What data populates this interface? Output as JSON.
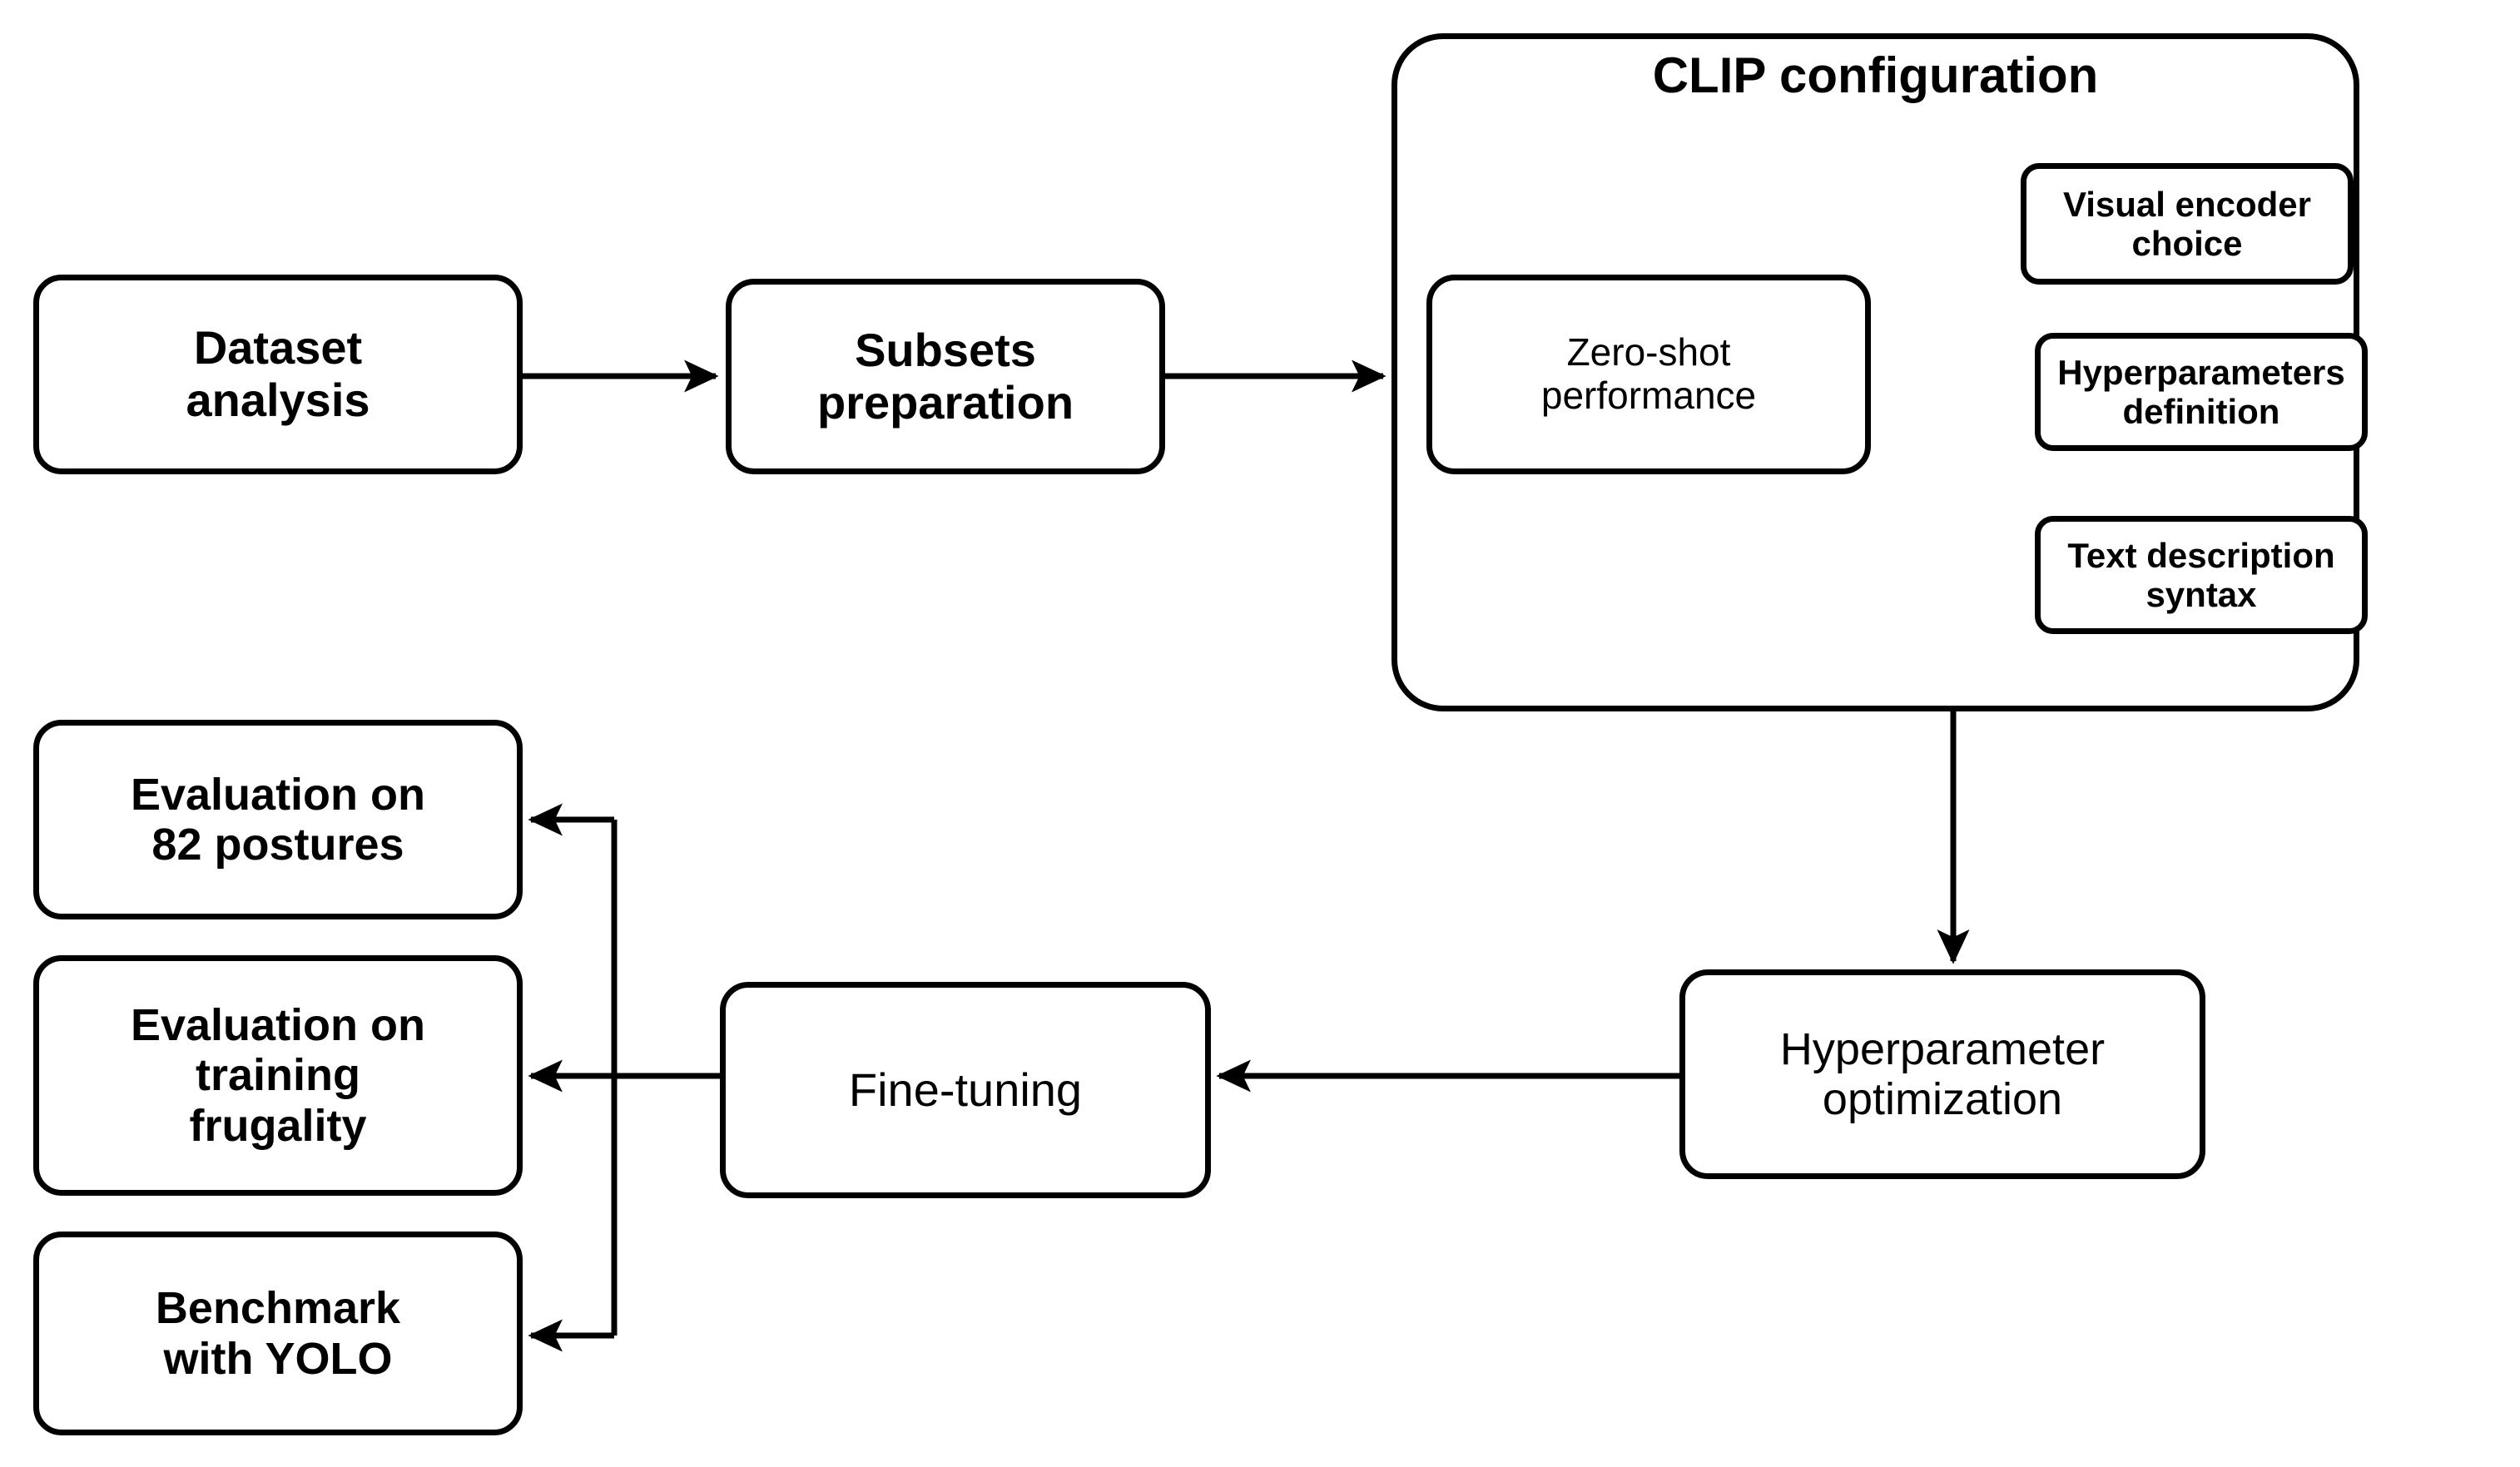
{
  "diagram": {
    "title": "CLIP methodology pipeline flowchart",
    "background_color": "#ffffff",
    "stroke_color": "#000000"
  },
  "groups": [
    {
      "id": "clip-configuration",
      "title": "CLIP configuration"
    }
  ],
  "nodes": {
    "dataset_analysis": "Dataset\nanalysis",
    "subsets_preparation": "Subsets\npreparation",
    "zero_shot_performance": "Zero-shot\nperformance",
    "visual_encoder_choice": "Visual encoder\nchoice",
    "hyperparameters_definition": "Hyperparameters\ndefinition",
    "text_description_syntax": "Text description\nsyntax",
    "hyperparameter_optimization": "Hyperparameter\noptimization",
    "fine_tuning": "Fine-tuning",
    "evaluation_postures": "Evaluation on\n82 postures",
    "evaluation_training_frugality": "Evaluation on\ntraining\nfrugality",
    "benchmark_yolo": "Benchmark\nwith YOLO"
  },
  "edges": [
    {
      "id": "e1",
      "from": "dataset_analysis",
      "to": "subsets_preparation",
      "style": "straight-right"
    },
    {
      "id": "e2",
      "from": "subsets_preparation",
      "to": "clip-configuration",
      "style": "straight-right"
    },
    {
      "id": "e3",
      "from": "zero_shot_performance",
      "to": "visual_encoder_choice",
      "style": "elbow-up-right"
    },
    {
      "id": "e4",
      "from": "zero_shot_performance",
      "to": "hyperparameters_definition",
      "style": "straight-right"
    },
    {
      "id": "e5",
      "from": "zero_shot_performance",
      "to": "text_description_syntax",
      "style": "elbow-down-right"
    },
    {
      "id": "e6",
      "from": "clip-configuration",
      "to": "hyperparameter_optimization",
      "style": "straight-down"
    },
    {
      "id": "e7",
      "from": "hyperparameter_optimization",
      "to": "fine_tuning",
      "style": "straight-left"
    },
    {
      "id": "e8",
      "from": "fine_tuning",
      "to": "evaluation_postures",
      "style": "elbow-up-left"
    },
    {
      "id": "e9",
      "from": "fine_tuning",
      "to": "evaluation_training_frugality",
      "style": "straight-left"
    },
    {
      "id": "e10",
      "from": "fine_tuning",
      "to": "benchmark_yolo",
      "style": "elbow-down-left"
    }
  ]
}
